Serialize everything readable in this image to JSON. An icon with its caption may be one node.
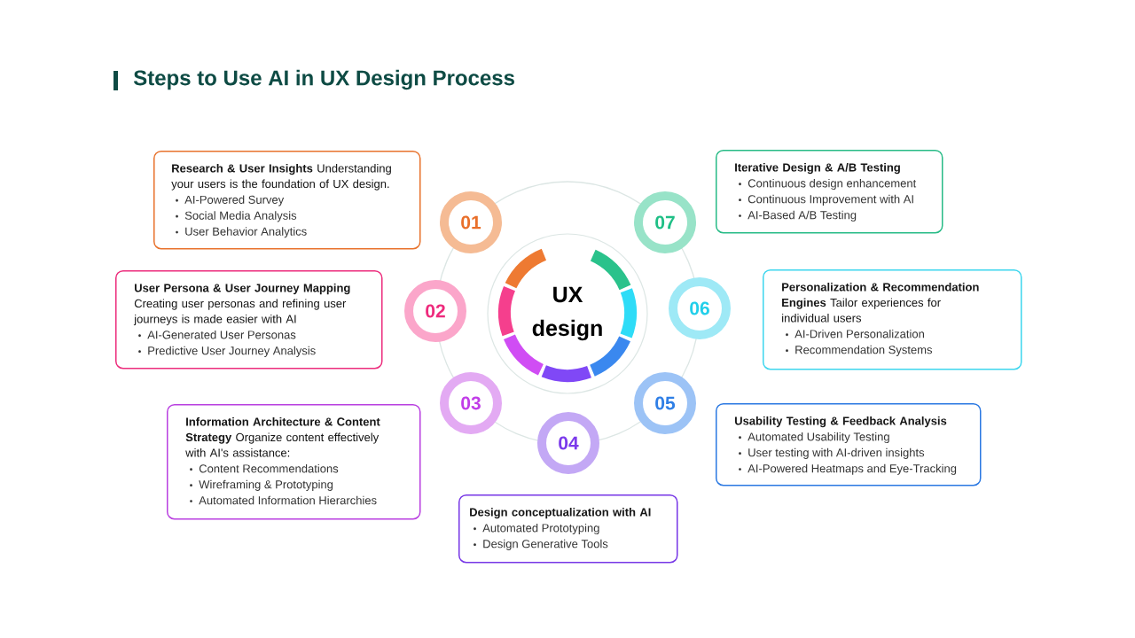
{
  "diagram": {
    "title": "Steps to Use AI in UX Design Process",
    "nodes": [
      {
        "text": [
          "UX design"
        ]
      },
      {
        "text": [
          "01"
        ]
      },
      {
        "text": [
          "02"
        ]
      },
      {
        "text": [
          "03"
        ]
      },
      {
        "text": [
          "04"
        ]
      },
      {
        "text": [
          "05"
        ]
      },
      {
        "text": [
          "06"
        ]
      },
      {
        "text": [
          "07"
        ]
      },
      {
        "text": [
          "**Research & User Insights** Understanding your users is the foundation of UX design.",
          "AI-Powered Survey",
          "Social Media Analysis",
          "User Behavior Analytics"
        ]
      },
      {
        "text": [
          "**User Persona & User Journey Mapping** Creating user personas and refining user journeys is made easier with AI",
          "AI-Generated User Personas",
          "Predictive User Journey Analysis"
        ]
      },
      {
        "text": [
          "**Information Architecture & Content Strategy** Organize content effectively with AI's assistance:",
          "Content Recommendations",
          "Wireframing & Prototyping",
          "Automated Information Hierarchies"
        ]
      },
      {
        "text": [
          "Design conceptualization with AI",
          "Automated Prototyping",
          "Design Generative Tools"
        ]
      },
      {
        "text": [
          "Usability Testing & Feedback Analysis",
          "Automated Usability Testing",
          "User testing with AI-driven insights",
          "AI-Powered Heatmaps and Eye-Tracking"
        ]
      },
      {
        "text": [
          "**Personalization & Recommendation Engines** Tailor experiences for individual users",
          "AI-Driven Personalization",
          "Recommendation Systems"
        ]
      },
      {
        "text": [
          "Iterative Design & A/B Testing",
          "Continuous design enhancement",
          "Continuous Improvement with AI",
          "AI-Based A/B Testing"
        ]
      }
    ]
  }
}
